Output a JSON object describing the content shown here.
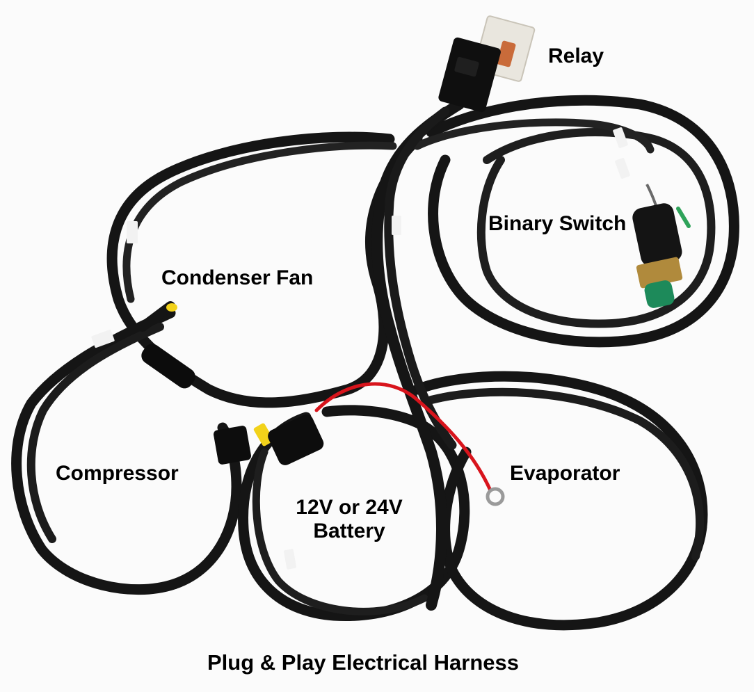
{
  "labels": {
    "relay": "Relay",
    "binary_switch": "Binary Switch",
    "condenser_fan": "Condenser Fan",
    "compressor": "Compressor",
    "evaporator": "Evaporator",
    "battery_line1": "12V or 24V",
    "battery_line2": "Battery"
  },
  "caption": "Plug & Play Electrical Harness",
  "colors": {
    "background": "#fbfbfb",
    "cable": "#151515",
    "positive_wire": "#d8141c",
    "fuse": "#f2d21a",
    "switch_fitting": "#1d8a5a",
    "brass": "#b08a3c",
    "label_text": "#000000"
  }
}
